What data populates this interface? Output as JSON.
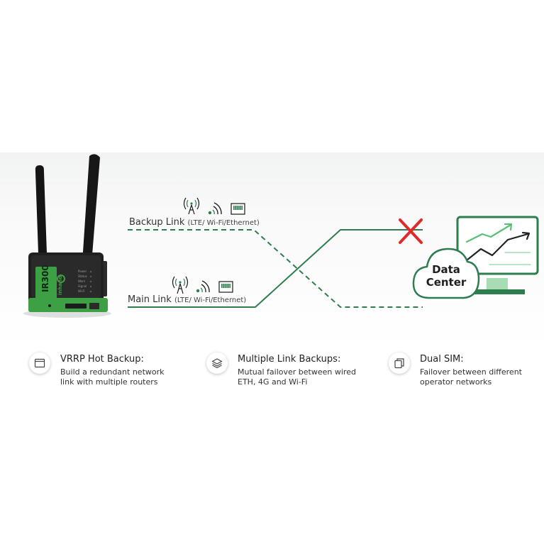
{
  "diagram": {
    "backup_link": {
      "title": "Backup Link",
      "detail": "(LTE/ Wi-Fi/Ethernet)"
    },
    "main_link": {
      "title": "Main Link",
      "detail": "(LTE/ Wi-Fi/Ethernet)"
    },
    "data_center": {
      "line1": "Data",
      "line2": "Center"
    },
    "router": {
      "model": "IR300",
      "brand": "inhand",
      "leds": [
        "Power",
        "Status",
        "Warn",
        "Signal",
        "Wi-Fi"
      ]
    },
    "icons": [
      "cell-tower-icon",
      "wifi-icon",
      "ethernet-port-icon",
      "red-x-icon",
      "trend-chart-icon"
    ],
    "colors": {
      "accent_green": "#2e7d4f",
      "router_green": "#3ea045",
      "failure_red": "#e02a2a",
      "monitor_green": "#5bbf7a"
    }
  },
  "features": [
    {
      "icon": "window-icon",
      "title": "VRRP Hot Backup:",
      "desc": "Build a redundant network\nlink with multiple routers"
    },
    {
      "icon": "layers-icon",
      "title": "Multiple Link Backups:",
      "desc": "Mutual failover between wired\nETH, 4G and Wi-Fi"
    },
    {
      "icon": "copy-icon",
      "title": "Dual SIM:",
      "desc": "Failover between different\noperator networks"
    }
  ]
}
